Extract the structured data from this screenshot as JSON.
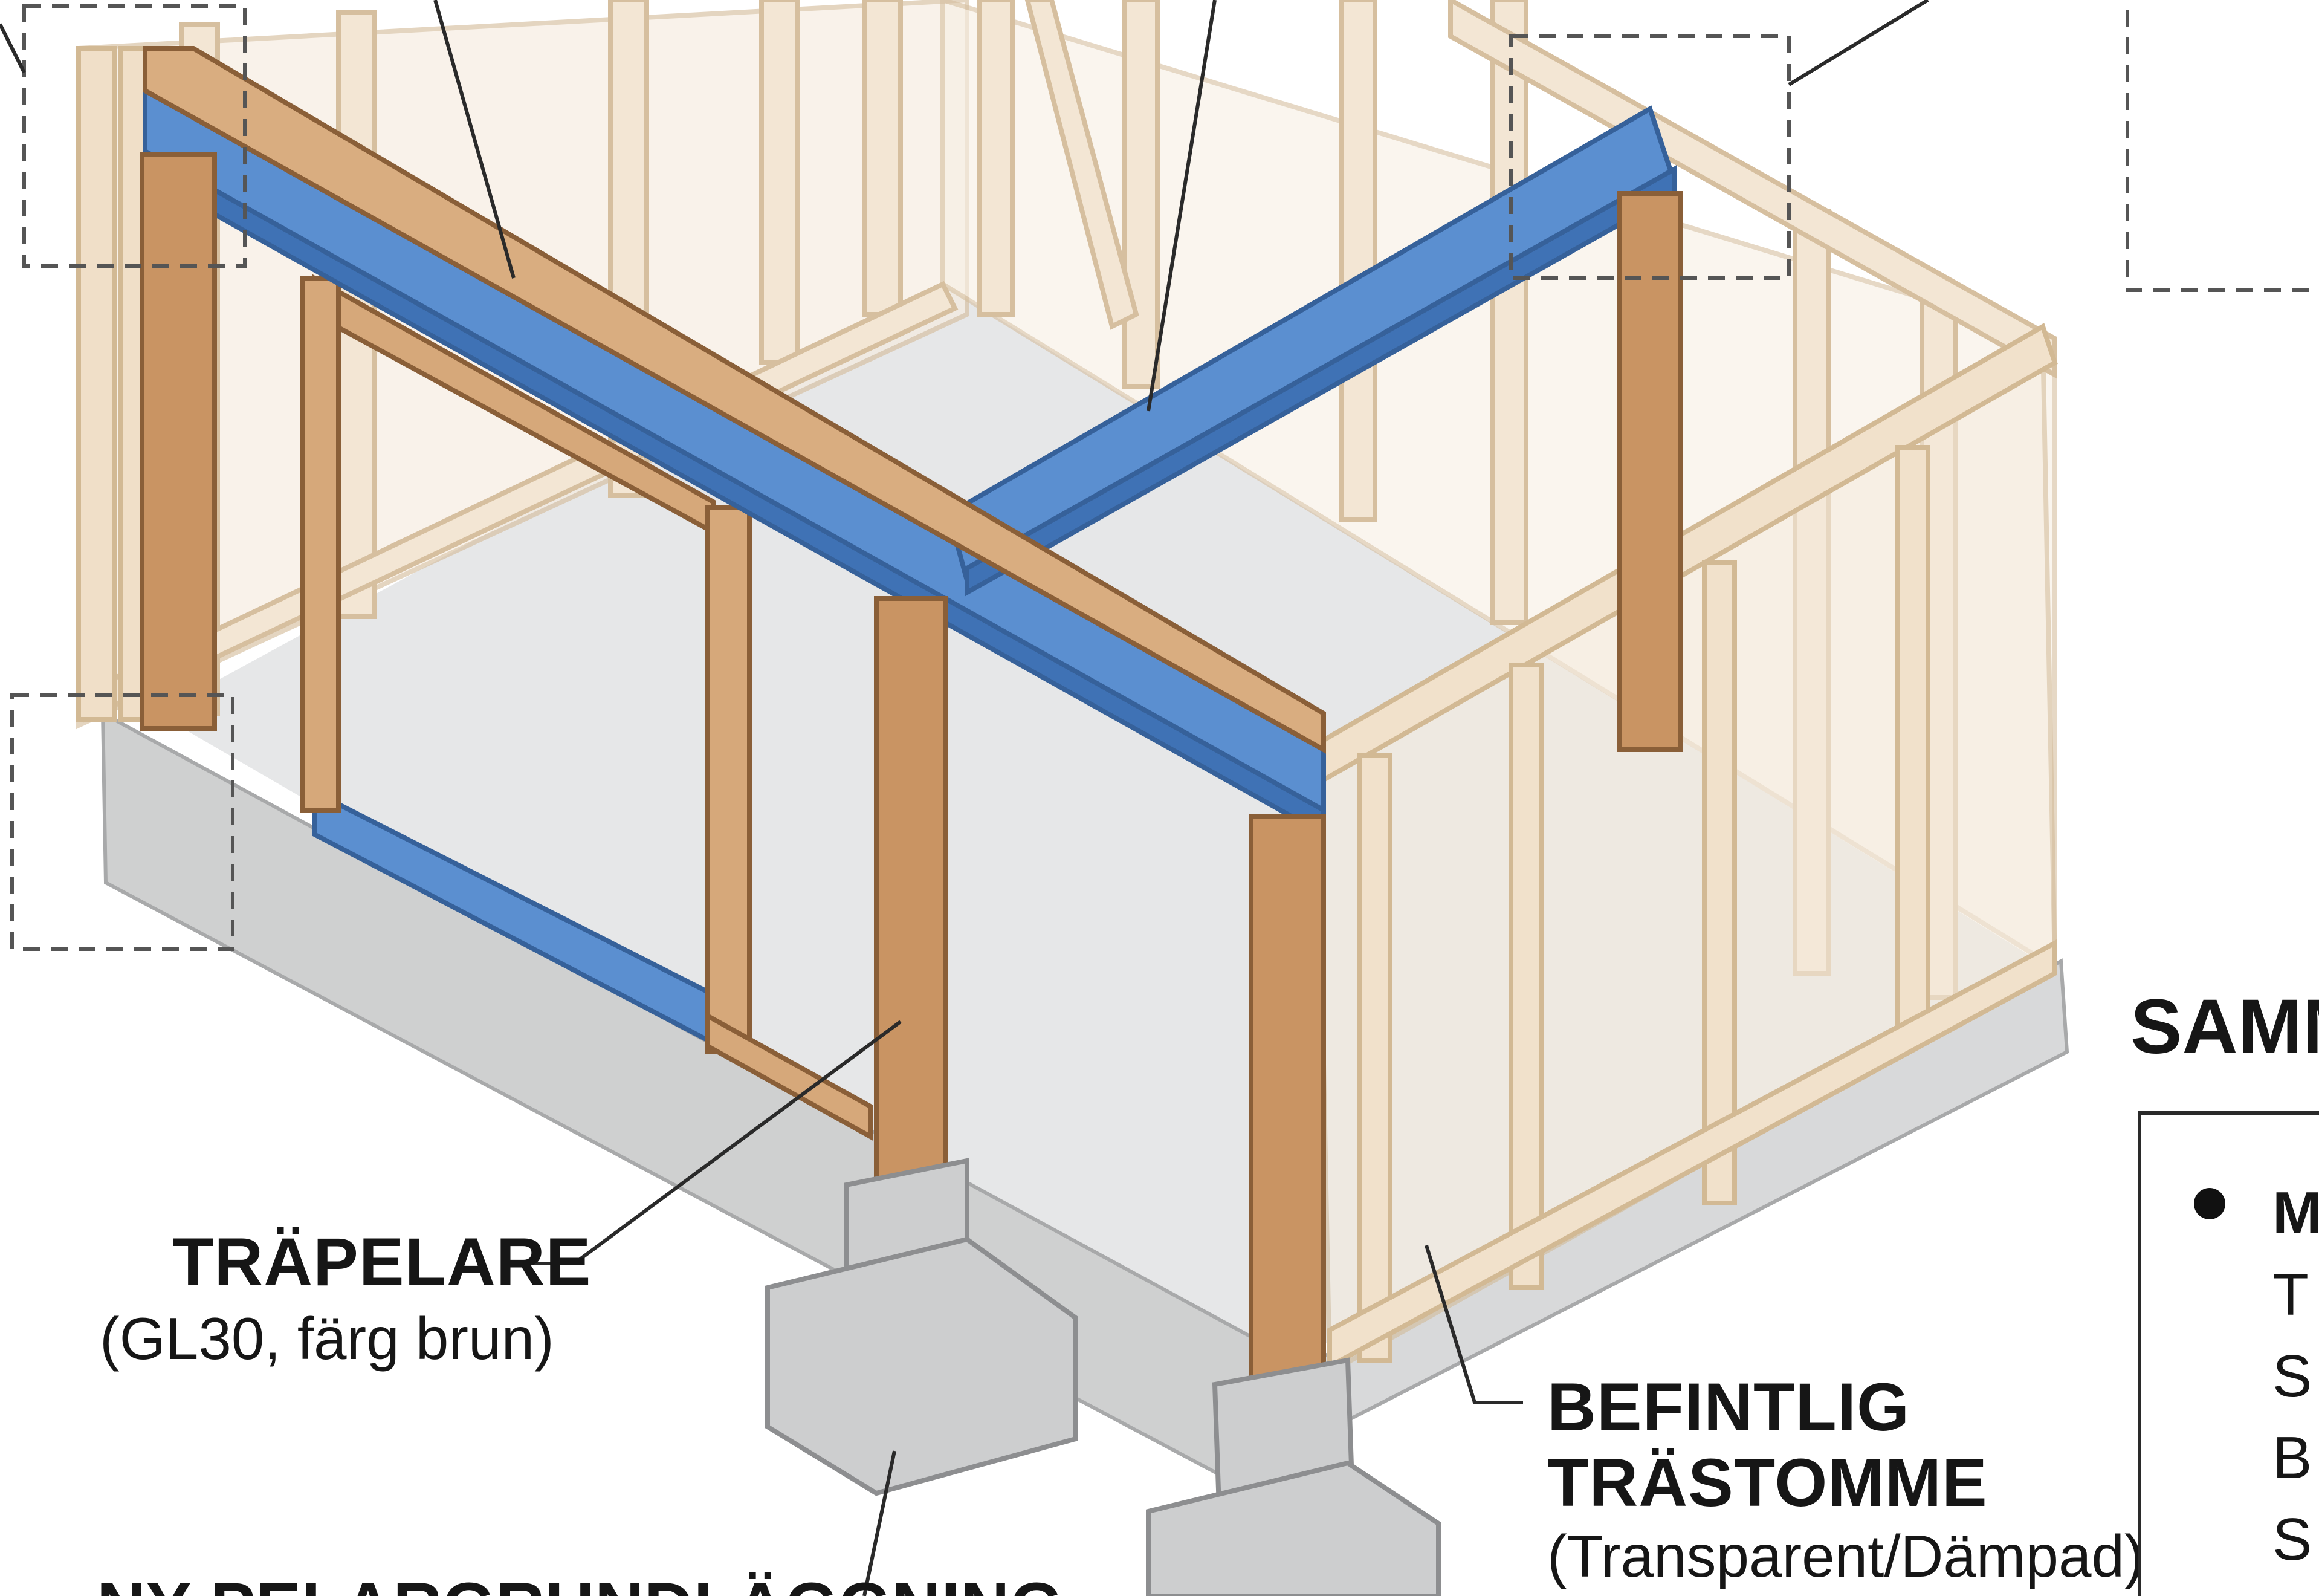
{
  "labels": {
    "post_title": "TRÄPELARE",
    "post_sub": "(GL30, färg brun)",
    "frame_title_1": "BEFINTLIG",
    "frame_title_2": "TRÄSTOMME",
    "frame_sub": "(Transparent/Dämpad)",
    "footing_title": "NY PELARGRUNDLÄGGNING"
  },
  "summary": {
    "heading": "SAMM",
    "lines": [
      "M",
      "T",
      "S",
      "B",
      "S"
    ]
  },
  "colors": {
    "steel_beam": "#5b8fd0",
    "timber_post": "#c99463",
    "existing_frame": "#efdcc3",
    "concrete": "#cfd0d0",
    "floor": "#e6e7e8"
  }
}
